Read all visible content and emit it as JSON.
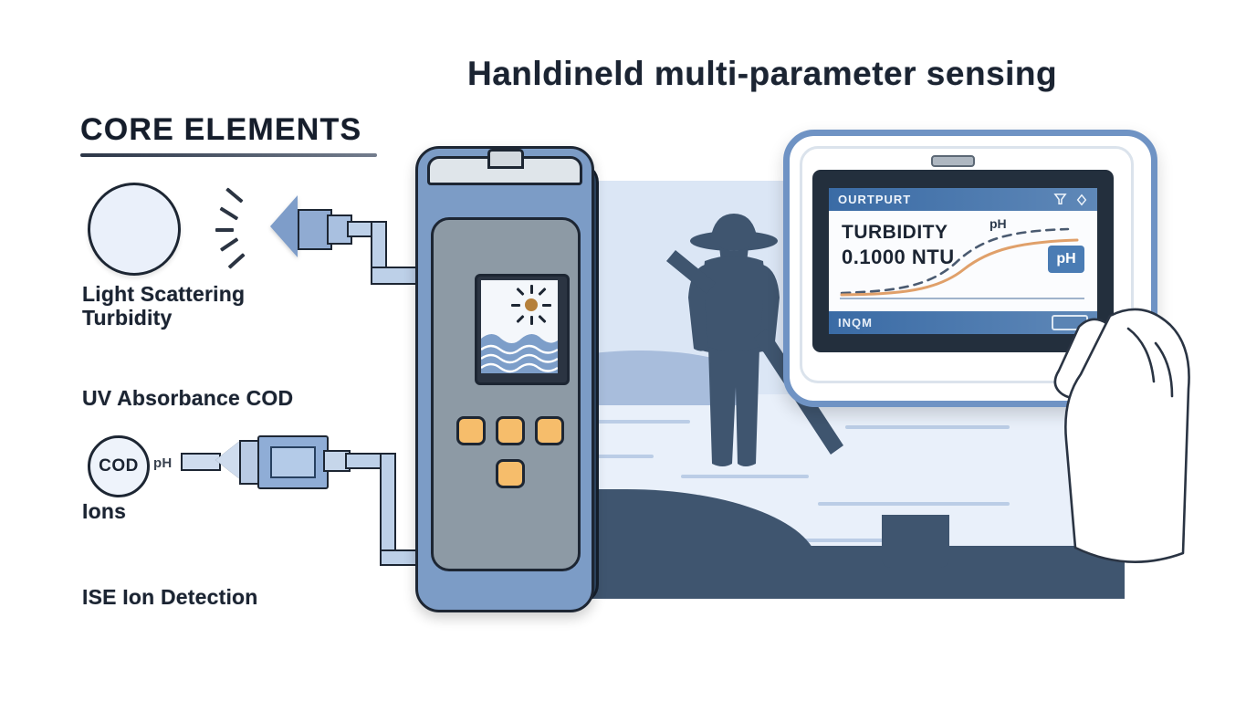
{
  "titles": {
    "main": "Hanldineld multi-parameter sensing",
    "core": "CORE ELEMENTS"
  },
  "left_column": {
    "labels": [
      {
        "id": "light-scattering",
        "line1": "Light Scattering",
        "line2": "Turbidity"
      },
      {
        "id": "uv-absorbance",
        "line1": "UV Absorbance COD",
        "line2": ""
      },
      {
        "id": "ions",
        "line1": "Ions",
        "line2": ""
      },
      {
        "id": "ise",
        "line1": "ISE Ion Detection",
        "line2": ""
      }
    ],
    "cod_badge": "COD",
    "ph_marker": "pH"
  },
  "tablet": {
    "header_title": "OURTPURT",
    "header_icons": [
      "funnel-icon",
      "diamond-icon"
    ],
    "readout_label": "TURBIDITY",
    "readout_value": "0.1000 NTU",
    "curve_label": "pH",
    "badge": "pH",
    "footer_title": "INQM",
    "battery": "battery-icon"
  },
  "device": {
    "screen_icons": [
      "sun-icon",
      "water-waves-icon"
    ],
    "buttons": [
      "button-1",
      "button-2",
      "button-3",
      "button-4"
    ]
  },
  "scene": {
    "subject": "field-technician-silhouette",
    "elements": [
      "lake",
      "shoreline-hills",
      "grass",
      "sampling-pole",
      "bucket"
    ]
  },
  "colors": {
    "accent_blue": "#4a7cb4",
    "header_blue": "#3a6ba5",
    "device_body": "#7c9cc6",
    "device_dark": "#2f4865",
    "button_orange": "#f6bd6b",
    "curve_orange": "#e0a06a",
    "curve_dashed": "#4a5a70",
    "silhouette": "#3f556f",
    "scene_bg": "#e9f0fa",
    "ink": "#1d2633"
  },
  "chart_data": {
    "type": "line",
    "title": "pH response curve",
    "xlabel": "",
    "ylabel": "",
    "x": [
      0,
      10,
      20,
      30,
      40,
      50,
      60,
      70,
      80,
      90,
      100
    ],
    "series": [
      {
        "name": "pH (dashed)",
        "style": "dashed",
        "color": "#4a5a70",
        "values": [
          12,
          14,
          18,
          26,
          44,
          66,
          80,
          86,
          89,
          90,
          90
        ]
      },
      {
        "name": "turbidity (solid)",
        "style": "solid",
        "color": "#e0a06a",
        "values": [
          8,
          9,
          11,
          15,
          26,
          46,
          66,
          76,
          80,
          81,
          82
        ]
      }
    ],
    "ylim": [
      0,
      100
    ],
    "grid": false,
    "legend": "inline-label"
  }
}
